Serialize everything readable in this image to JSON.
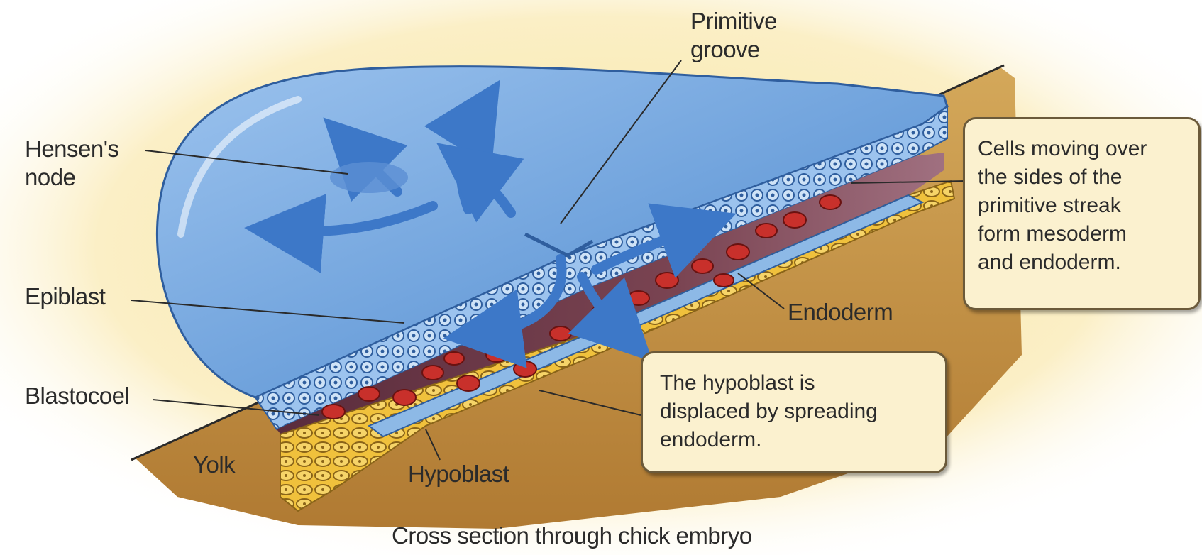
{
  "labels": {
    "primitive_groove": [
      "Primitive",
      "groove"
    ],
    "hensens_node": [
      "Hensen's",
      "node"
    ],
    "epiblast": "Epiblast",
    "blastocoel": "Blastocoel",
    "yolk": "Yolk",
    "hypoblast": "Hypoblast",
    "endoderm": "Endoderm"
  },
  "callouts": {
    "cells_moving": [
      "Cells moving over",
      "the sides of the",
      "primitive streak",
      "form mesoderm",
      "and endoderm."
    ],
    "hypoblast_displaced": [
      "The hypoblast is",
      "displaced by spreading",
      "endoderm."
    ]
  },
  "caption": "Cross section through chick embryo",
  "colors": {
    "background_glow": "#f7e6a0",
    "yolk": "#c99a4a",
    "epiblast_blue": "#6fa2dc",
    "epiblast_dark": "#2f5e9e",
    "mesoderm_red": "#c8302b",
    "blastocoel_maroon": "#6e3848",
    "hypoblast_yellow": "#f0c13c",
    "arrow_blue": "#3d78c8",
    "callout_fill": "#fbf1cf"
  }
}
